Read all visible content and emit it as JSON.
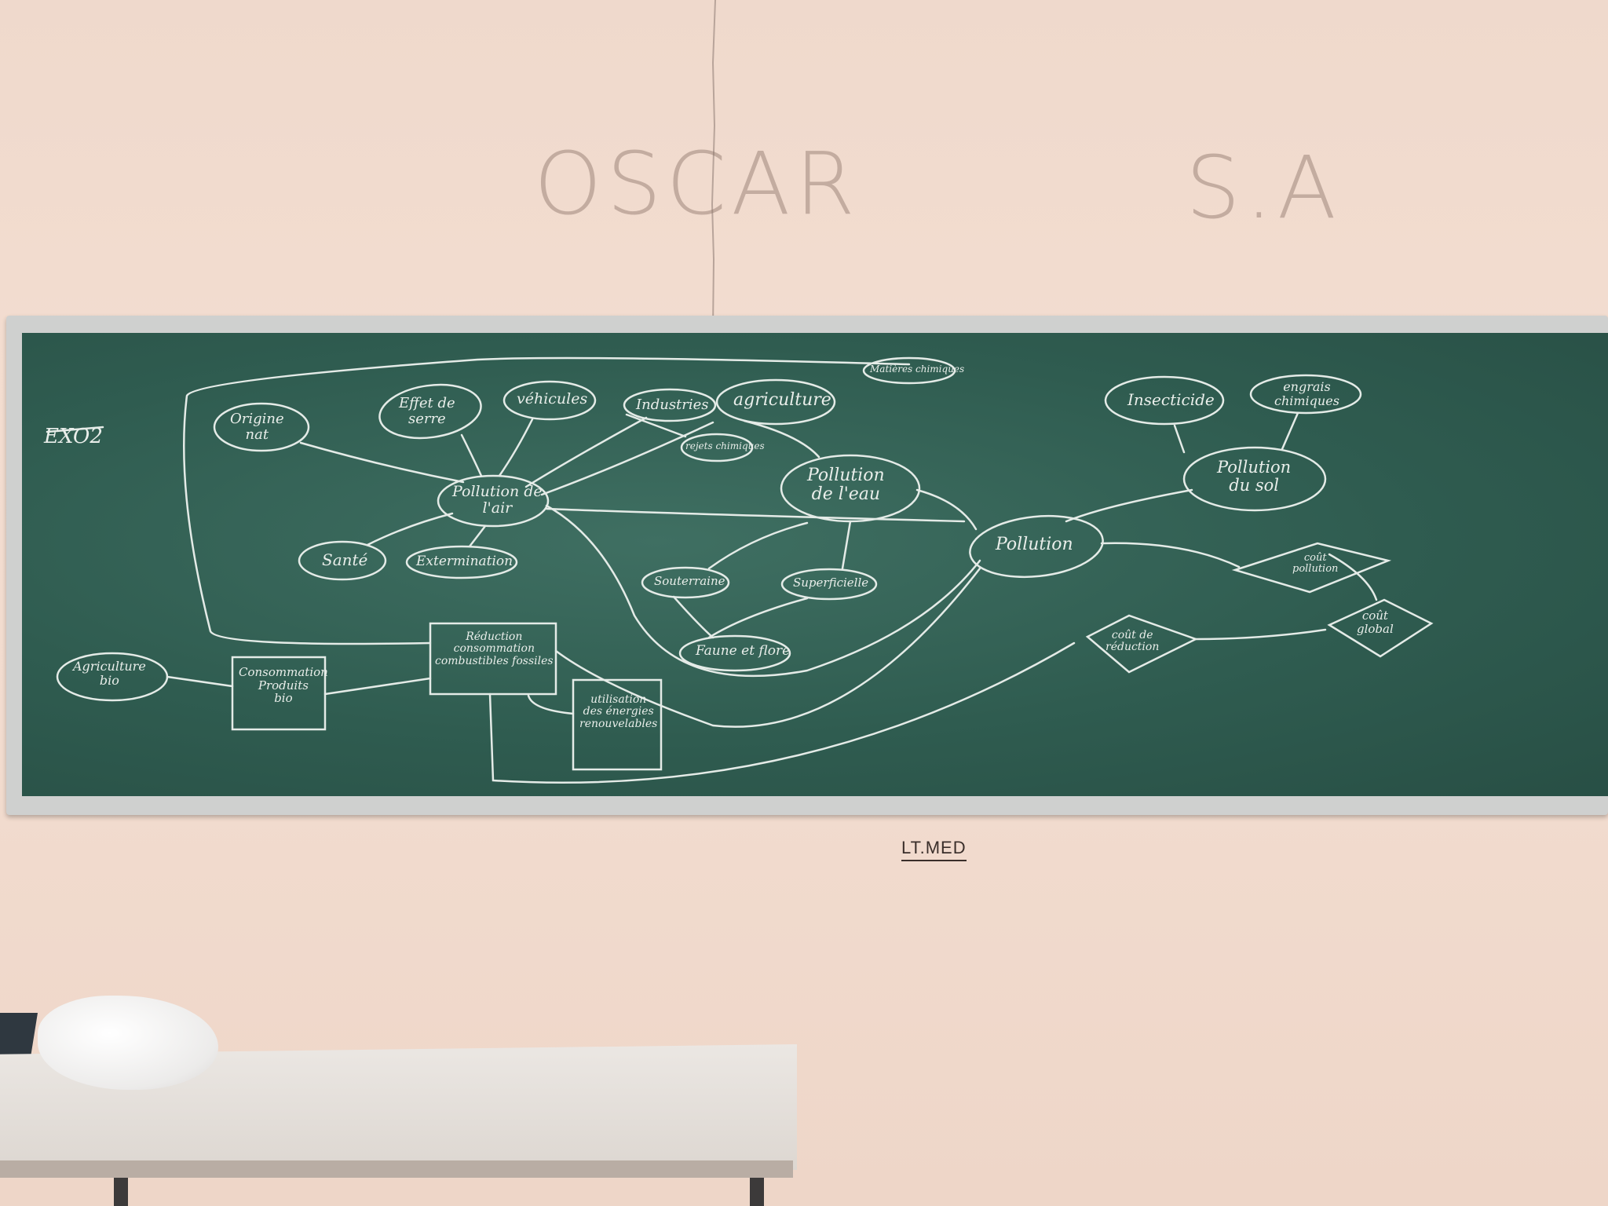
{
  "wall": {
    "graffiti_left": "OSCAR",
    "graffiti_right": "S.A",
    "label_below_board": "LT.MED"
  },
  "board": {
    "exercise_label": "EXO2",
    "nodes": {
      "origine_nat": "Origine\nnat",
      "effet_serre": "Effet de\nserre",
      "vehicules": "véhicules",
      "industries": "Industries",
      "agriculture": "agriculture",
      "matieres_chimiques": "Matières chimiques",
      "rejets_chimiques": "rejets chimiques",
      "pollution_air": "Pollution de\nl'air",
      "sante": "Santé",
      "extermination": "Extermination",
      "pollution_eau": "Pollution\nde l'eau",
      "souterraine": "Souterraine",
      "superficielle": "Superficielle",
      "faune_flore": "Faune et flore",
      "insecticide": "Insecticide",
      "engrais_chimiques": "engrais\nchimiques",
      "pollution_sol": "Pollution\ndu sol",
      "pollution": "Pollution",
      "cout_pollution": "coût\npollution",
      "cout_reduction": "coût de\nréduction",
      "cout_global": "coût\nglobal",
      "agriculture_bio": "Agriculture\nbio",
      "consommation_bio": "Consommation\nProduits\nbio",
      "reduction_combustibles": "Réduction\nconsommation\ncombustibles fossiles",
      "utilisation_energies": "utilisation\ndes énergies\nrenouvelables"
    }
  }
}
